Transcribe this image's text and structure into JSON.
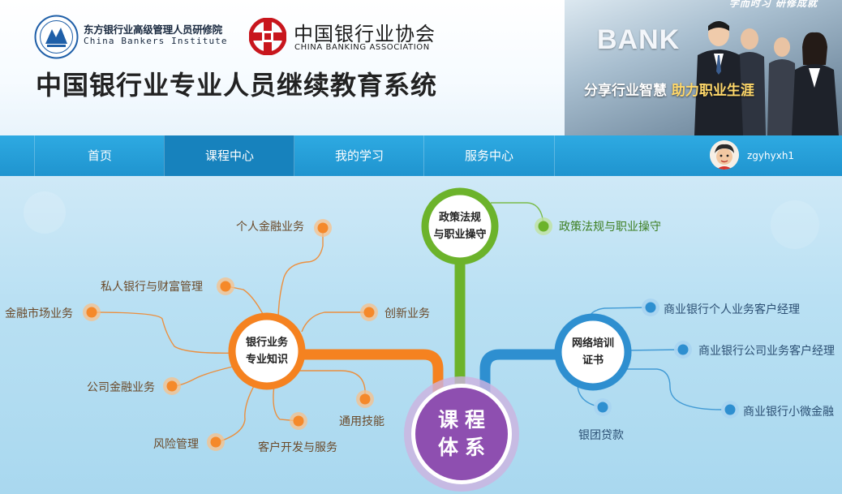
{
  "header": {
    "cbi_name_cn": "东方银行业高级管理人员研修院",
    "cbi_name_en": "China Bankers Institute",
    "cba_name_cn": "中国银行业协会",
    "cba_name_en": "CHINA BANKING ASSOCIATION",
    "system_title": "中国银行业专业人员继续教育系统",
    "banner": {
      "top_text": "学而时习 研修成就",
      "bank_word": "BANK",
      "slogan_a": "分享行业智慧",
      "slogan_b": "助力职业生涯"
    }
  },
  "nav": {
    "items": [
      {
        "label": "首页"
      },
      {
        "label": "课程中心"
      },
      {
        "label": "我的学习"
      },
      {
        "label": "服务中心"
      }
    ],
    "active_index": 1,
    "username": "zgyhyxh1"
  },
  "map": {
    "center": "课程体系",
    "center_lines": [
      "课程",
      "体系"
    ],
    "hubs": {
      "banking": {
        "title_lines": [
          "银行业务",
          "专业知识"
        ]
      },
      "policy": {
        "title_lines": [
          "政策法规",
          "与职业操守"
        ]
      },
      "network": {
        "title_lines": [
          "网络培训",
          "证书"
        ]
      }
    },
    "banking_items": [
      "个人金融业务",
      "私人银行与财富管理",
      "金融市场业务",
      "公司金融业务",
      "风险管理",
      "客户开发与服务",
      "通用技能",
      "创新业务"
    ],
    "policy_items": [
      "政策法规与职业操守"
    ],
    "network_items": [
      "商业银行个人业务客户经理",
      "商业银行公司业务客户经理",
      "商业银行小微金融",
      "银团贷款"
    ]
  },
  "colors": {
    "orange": "#f58220",
    "green": "#6cb32b",
    "blue": "#2e8fd0",
    "purple": "#8e4fb0",
    "nav_bg": "#2aa3dd",
    "nav_active": "#1782bd"
  },
  "icons": [
    "cbi-logo-icon",
    "cba-logo-icon",
    "avatar-icon"
  ]
}
